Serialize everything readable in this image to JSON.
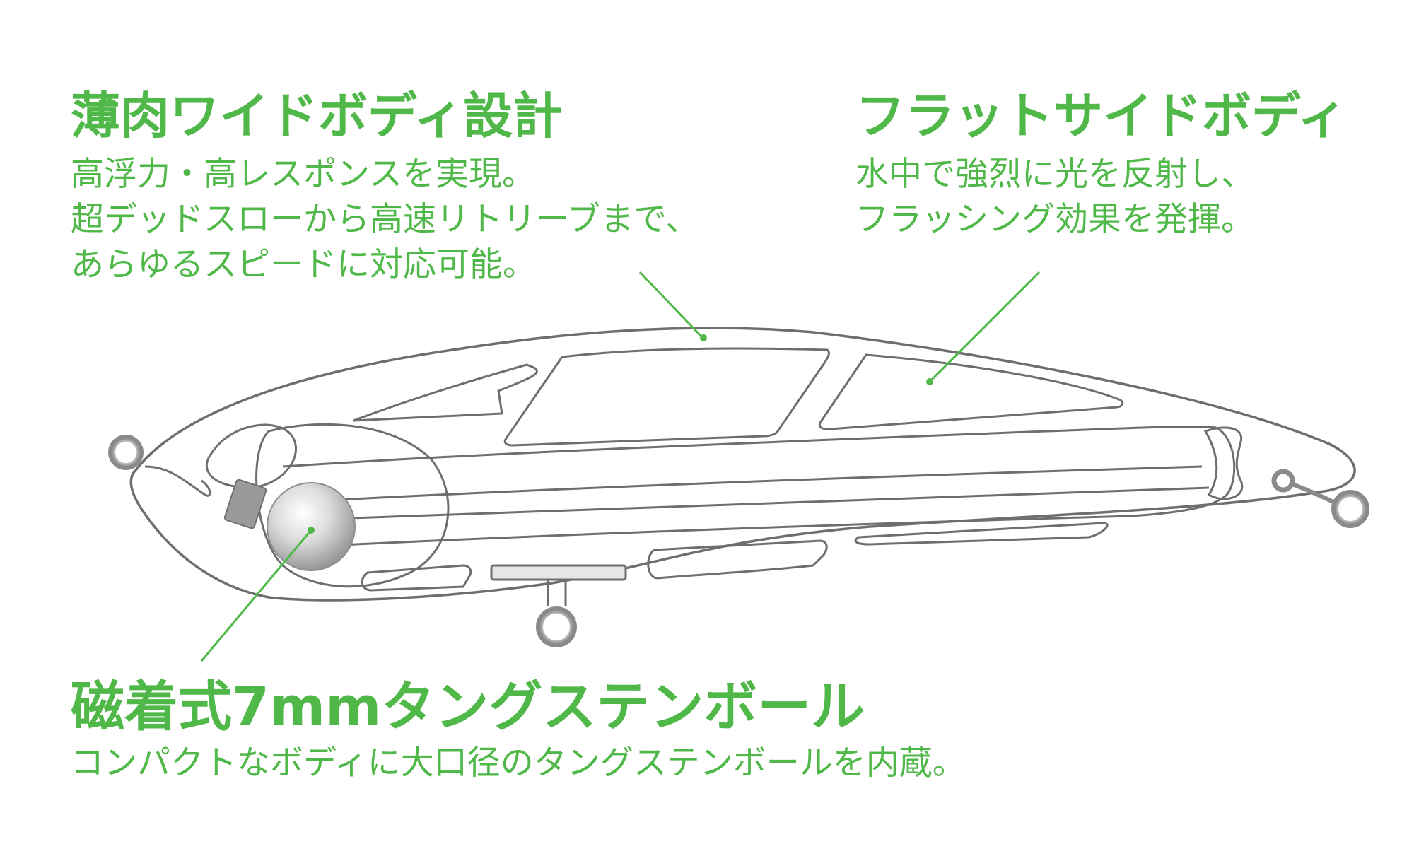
{
  "colors": {
    "accent": "#4fb848",
    "line": "#6e6e6e",
    "metal": "#b4b4b4"
  },
  "features": {
    "thin_wide_body": {
      "title": "薄肉ワイドボディ設計",
      "lines": [
        "高浮力・高レスポンスを実現。",
        "超デッドスローから高速リトリーブまで、",
        "あらゆるスピードに対応可能。"
      ]
    },
    "flat_side_body": {
      "title": "フラットサイドボディ",
      "lines": [
        "水中で強烈に光を反射し、",
        "フラッシング効果を発揮。"
      ]
    },
    "tungsten_ball": {
      "title": "磁着式7mmタングステンボール",
      "lines": [
        "コンパクトなボディに大口径のタングステンボールを内蔵。"
      ]
    }
  }
}
